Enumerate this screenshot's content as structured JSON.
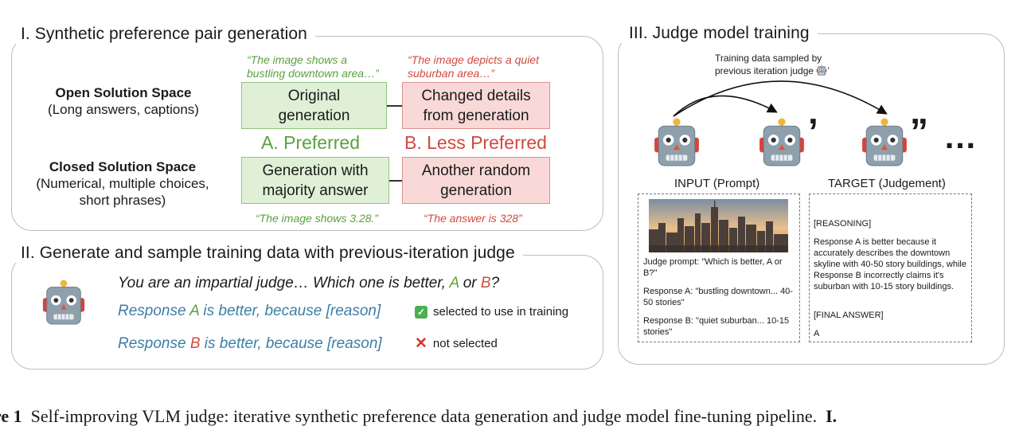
{
  "section1": {
    "title": "I. Synthetic preference pair generation",
    "open_title": "Open Solution Space",
    "open_sub": "(Long answers, captions)",
    "closed_title": "Closed Solution Space",
    "closed_sub1": "(Numerical, multiple choices,",
    "closed_sub2": "short phrases)",
    "quote_tl1": "“The image shows a",
    "quote_tl2": "bustling downtown area…”",
    "quote_tr1": "“The image depicts a quiet",
    "quote_tr2": "suburban area…”",
    "box_original": "Original generation",
    "box_changed": "Changed details from generation",
    "preferred": "A. Preferred",
    "less_preferred": "B. Less Preferred",
    "box_majority": "Generation with majority answer",
    "box_random": "Another random generation",
    "quote_bl": "“The image shows 3.28.”",
    "quote_br": "“The answer is 328”"
  },
  "section2": {
    "title": "II. Generate and sample training data with previous-iteration judge",
    "prompt_pre": "You are an impartial judge… Which one is better, ",
    "prompt_a": "A",
    "prompt_or": " or ",
    "prompt_b": "B",
    "prompt_q": "?",
    "resp_a_1": "Response ",
    "resp_a_letter": "A",
    "resp_a_2": " is better, because [reason]",
    "resp_b_1": "Response ",
    "resp_b_letter": "B",
    "resp_b_2": " is better, because [reason]",
    "selected": "selected to use in training",
    "not_selected": "not selected"
  },
  "section3": {
    "title": "III. Judge model training",
    "sampled1": "Training data sampled by",
    "sampled2": "previous iteration judge",
    "sampled_mark": "’",
    "prime1": "’",
    "prime2": "”",
    "ellipsis": "…",
    "input_label": "INPUT (Prompt)",
    "target_label": "TARGET (Judgement)",
    "judge_prompt": "Judge prompt: \"Which is better, A or B?\"",
    "resp_a": "Response A: \"bustling downtown... 40-50 stories\"",
    "resp_b": "Response B: \"quiet suburban... 10-15 stories\"",
    "reasoning_tag": "[REASONING]",
    "reasoning": "Response A is better because it accurately describes the downtown skyline with 40-50 story buildings, while Response B incorrectly claims it's suburban with 10-15 story buildings.",
    "final_tag": "[FINAL ANSWER]",
    "final": "A"
  },
  "caption": {
    "label": "re 1",
    "text": "Self-improving VLM judge: iterative synthetic preference data generation and judge model fine-tuning pipeline.",
    "trail": "I."
  },
  "icons": [
    "robot-icon",
    "check-icon",
    "cross-icon",
    "city-image"
  ],
  "colors": {
    "green": "#5aa13e",
    "red": "#cf4a3f",
    "blue": "#3b7fa6",
    "green_fill": "#dff0d6",
    "red_fill": "#f8d9d8"
  }
}
